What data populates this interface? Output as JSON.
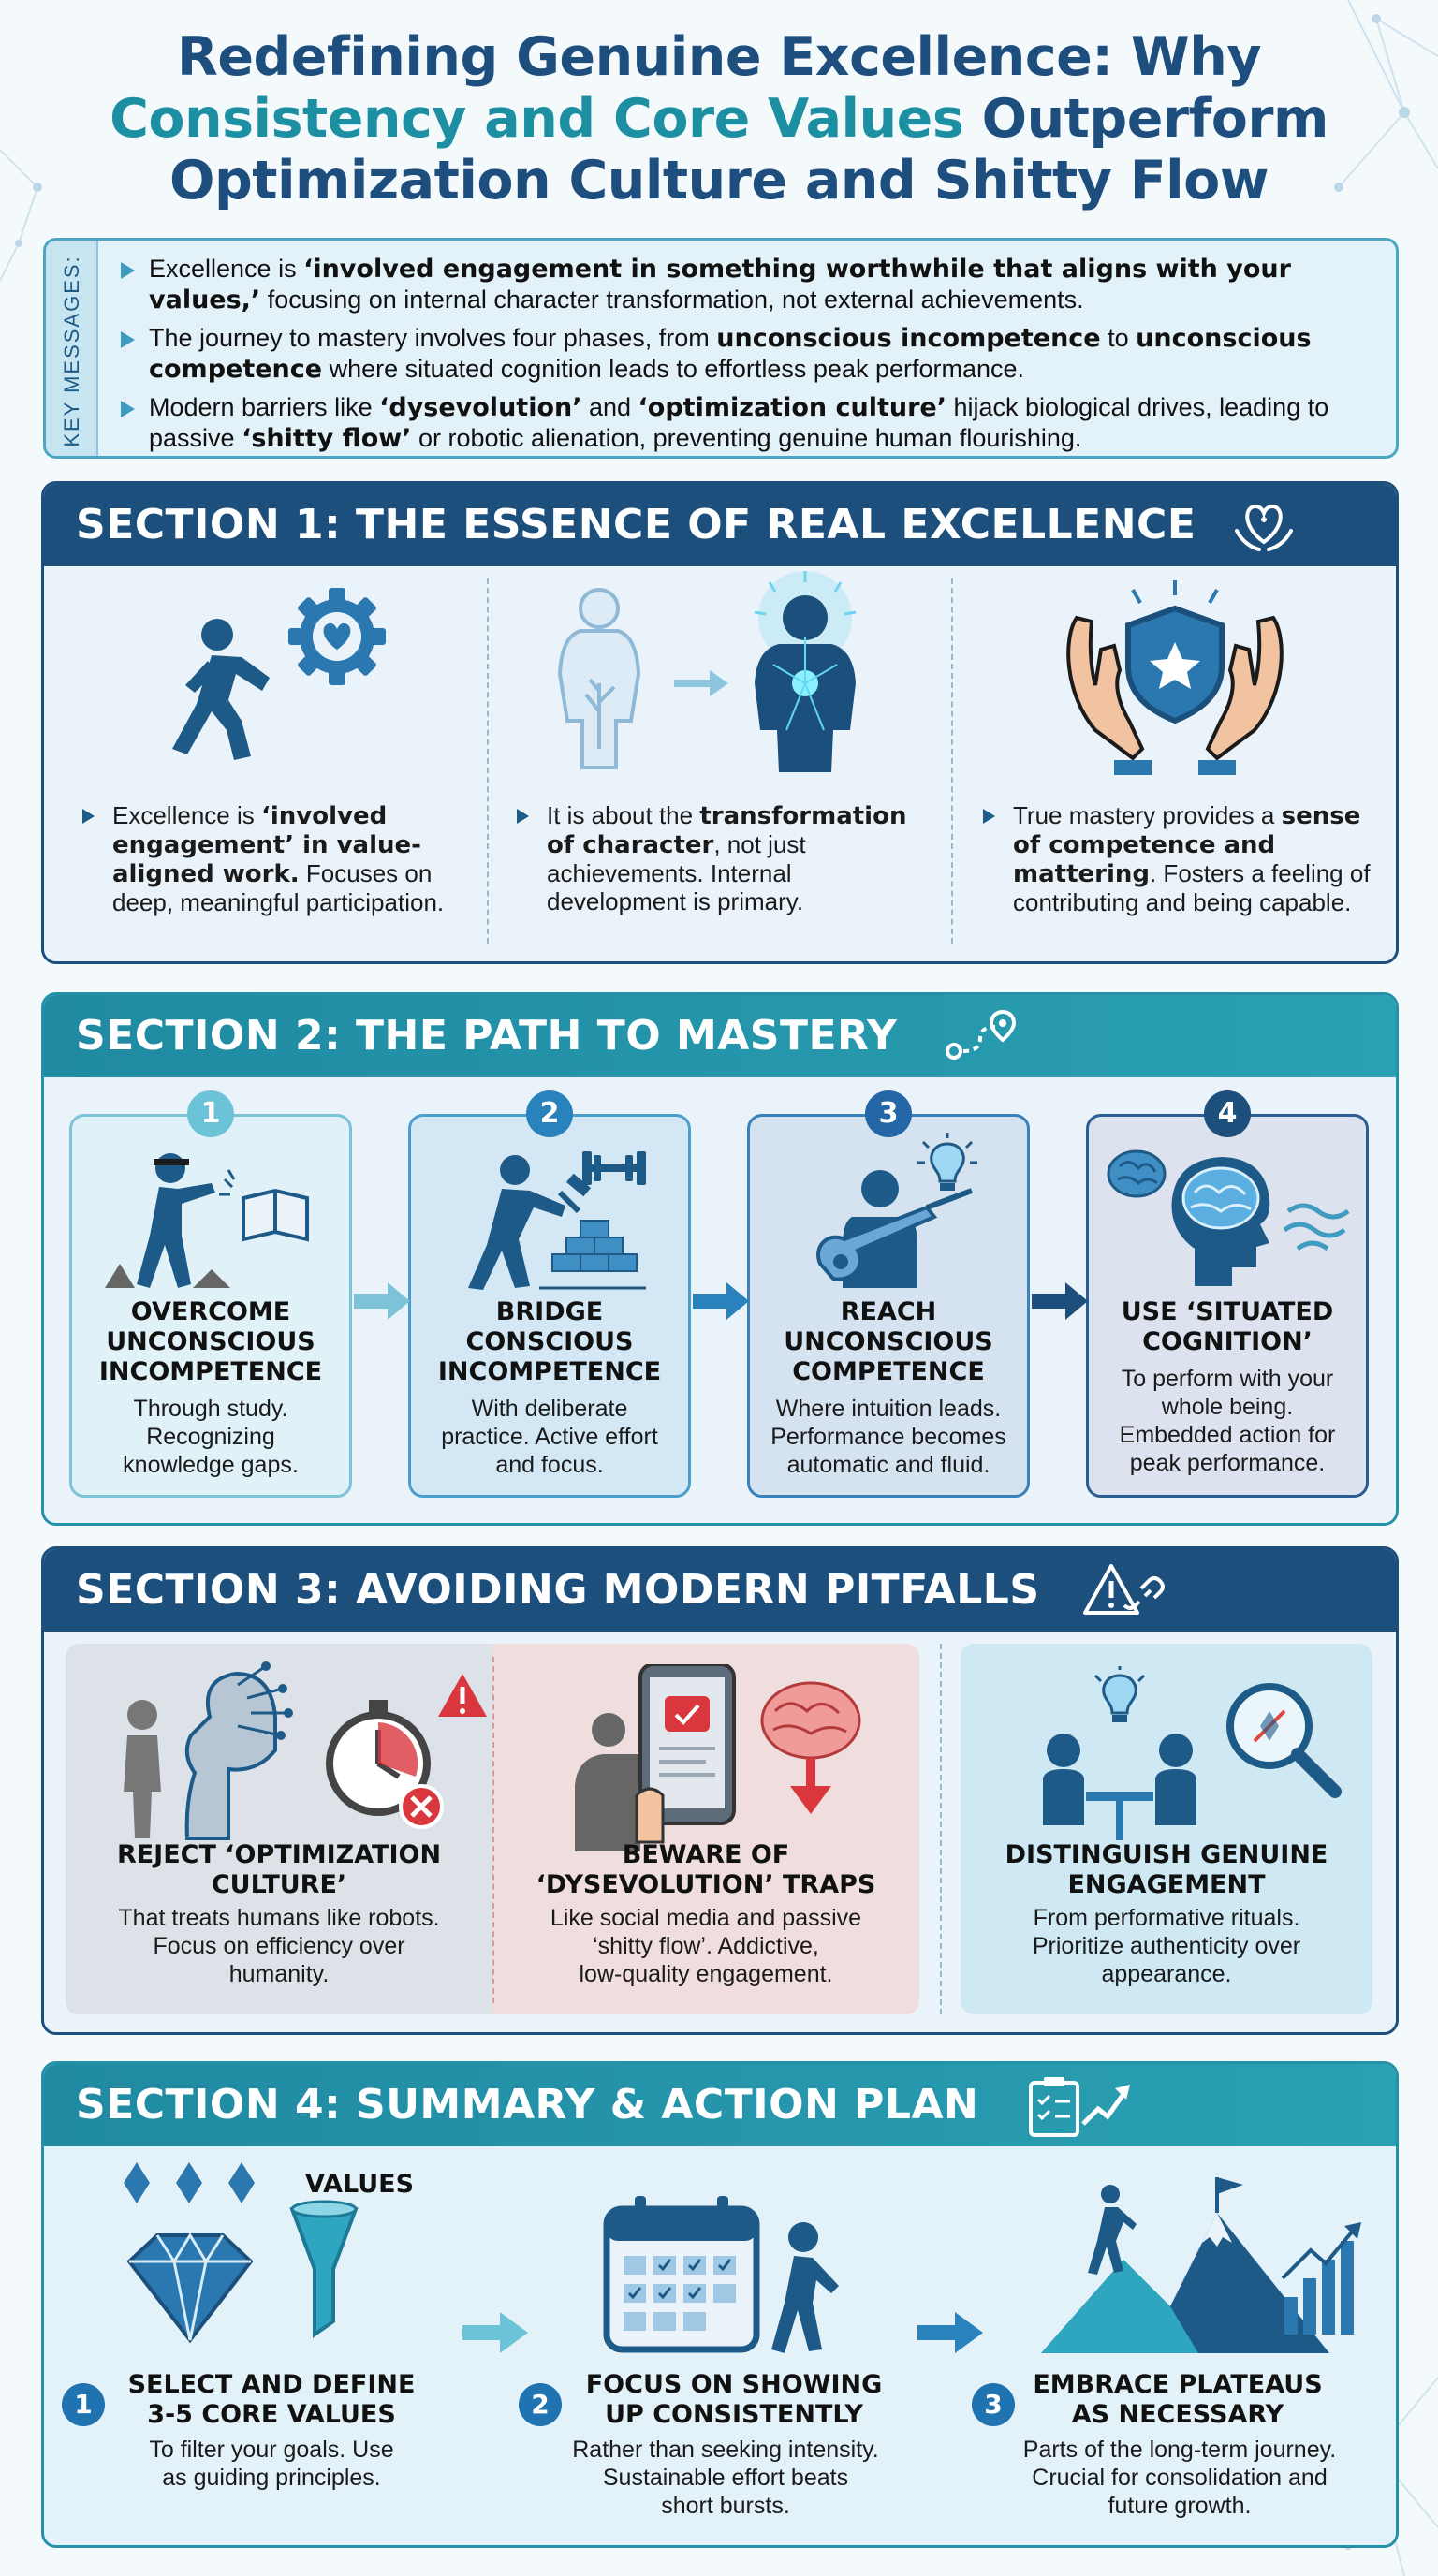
{
  "header": {
    "title_line1": "Redefining Genuine Excellence: Why",
    "title_line2_teal": "Consistency and Core Values",
    "title_line2_dark": " Outperform",
    "title_line3": "Optimization Culture and Shitty Flow"
  },
  "key_messages": {
    "label": "KEY MESSAGES:",
    "items": [
      {
        "before": "Excellence is ",
        "bold": "‘involved engagement in something worthwhile that aligns with your values,’",
        "after": " focusing on internal character transformation, not external achievements.",
        "bold2": "",
        "after2": ""
      },
      {
        "before": "The journey to mastery involves four phases, from ",
        "bold": "unconscious incompetence",
        "after": " to ",
        "bold2": "unconscious competence",
        "after2": " where situated cognition leads to effortless peak performance."
      },
      {
        "before": "Modern barriers like ",
        "bold": "‘dysevolution’",
        "after": " and ",
        "bold2": "‘optimization culture’",
        "after2": " hijack biological drives, leading to passive ",
        "bold3": "‘shitty flow’",
        "after3": " or robotic alienation, preventing genuine human flourishing."
      }
    ]
  },
  "section1": {
    "heading": "SECTION 1:  THE ESSENCE OF REAL EXCELLENCE",
    "icon": "heart-hands-icon",
    "cols": [
      {
        "before": "Excellence is ",
        "bold": "‘involved engagement’ in value-aligned work.",
        "after": " Focuses on deep, meaningful participation.",
        "icon": "walking-person-gear-icon"
      },
      {
        "before": "It is about the ",
        "bold": "transformation of character",
        "after": ", not just achievements. Internal development is primary.",
        "icon": "person-transformation-icon"
      },
      {
        "before": "True mastery provides a ",
        "bold": "sense of competence and mattering",
        "after": ". Fosters a feeling of contributing and being capable.",
        "icon": "shield-star-hands-icon"
      }
    ]
  },
  "section2": {
    "heading": "SECTION 2:  THE PATH TO MASTERY",
    "icon": "path-pin-icon",
    "steps": [
      {
        "num": "1",
        "title1": "OVERCOME",
        "title2": "UNCONSCIOUS",
        "title3": "INCOMPETENCE",
        "d1": "Through study.",
        "d2": "Recognizing",
        "d3": "knowledge gaps.",
        "icon": "blindfolded-person-book-icon"
      },
      {
        "num": "2",
        "title1": "BRIDGE",
        "title2": "CONSCIOUS",
        "title3": "INCOMPETENCE",
        "d1": "With deliberate",
        "d2": "practice. Active effort",
        "d3": "and focus.",
        "icon": "builder-dumbbell-icon"
      },
      {
        "num": "3",
        "title1": "REACH",
        "title2": "UNCONSCIOUS",
        "title3": "COMPETENCE",
        "d1": "Where intuition leads.",
        "d2": "Performance becomes",
        "d3": "automatic and fluid.",
        "icon": "guitar-player-bulb-icon"
      },
      {
        "num": "4",
        "title1": "USE ‘SITUATED",
        "title2": "COGNITION’",
        "title3": "",
        "d1": "To perform with your",
        "d2": "whole being.",
        "d3": "Embedded action for",
        "d4": "peak performance.",
        "icon": "brain-head-icon"
      }
    ]
  },
  "section3": {
    "heading": "SECTION 3:  AVOIDING MODERN PITFALLS",
    "icon": "warning-broken-link-icon",
    "items": [
      {
        "title1": "REJECT ‘OPTIMIZATION",
        "title2": "CULTURE’",
        "d1": "That treats humans like robots.",
        "d2": "Focus on efficiency over",
        "d3": "humanity.",
        "icon": "human-robot-stopwatch-icon"
      },
      {
        "title1": "BEWARE OF",
        "title2": "‘DYSEVOLUTION’ TRAPS",
        "d1": "Like social media and passive",
        "d2": "‘shitty flow’. Addictive,",
        "d3": "low-quality engagement.",
        "icon": "phone-brain-down-icon"
      },
      {
        "title1": "DISTINGUISH GENUINE",
        "title2": "ENGAGEMENT",
        "d1": "From performative rituals.",
        "d2": "Prioritize authenticity over",
        "d3": "appearance.",
        "icon": "people-magnifier-icon"
      }
    ]
  },
  "section4": {
    "heading": "SECTION 4:  SUMMARY & ACTION PLAN",
    "icon": "checklist-trend-icon",
    "values_label": "VALUES",
    "items": [
      {
        "num": "1",
        "title1": "SELECT AND DEFINE",
        "title2": "3-5 CORE VALUES",
        "d1": "To filter your goals. Use",
        "d2": "as guiding principles.",
        "d3": "",
        "icon": "diamonds-funnel-icon"
      },
      {
        "num": "2",
        "title1": "FOCUS ON SHOWING",
        "title2": "UP CONSISTENTLY",
        "d1": "Rather than seeking intensity.",
        "d2": "Sustainable effort beats",
        "d3": "short bursts.",
        "icon": "calendar-walker-icon"
      },
      {
        "num": "3",
        "title1": "EMBRACE PLATEAUS",
        "title2": "AS NECESSARY",
        "d1": "Parts of the long-term journey.",
        "d2": "Crucial for consolidation and",
        "d3": "future growth.",
        "icon": "mountain-flag-icon"
      }
    ]
  }
}
